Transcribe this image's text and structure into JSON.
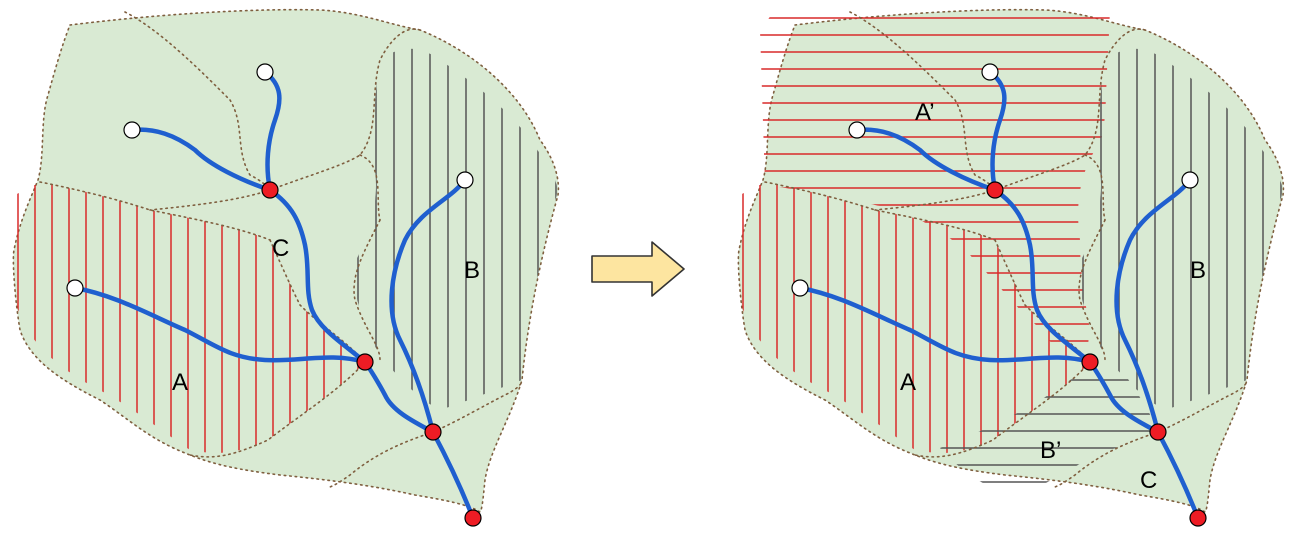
{
  "colors": {
    "land_fill": "#d9ead3",
    "boundary": "#7f5f3f",
    "river": "#1f5fcf",
    "outlet_node": "#ee1c24",
    "source_node": "#ffffff",
    "hatch_red": "#d92a2a",
    "hatch_gray": "#555555",
    "arrow_fill": "#fde5a0",
    "arrow_stroke": "#333333"
  },
  "left_panel": {
    "labels": {
      "a": "A",
      "b": "B",
      "c": "C"
    }
  },
  "right_panel": {
    "labels": {
      "a": "A",
      "a_prime": "A’",
      "b": "B",
      "b_prime": "B’",
      "c": "C"
    }
  },
  "icons": {
    "arrow": "right-arrow-icon"
  }
}
